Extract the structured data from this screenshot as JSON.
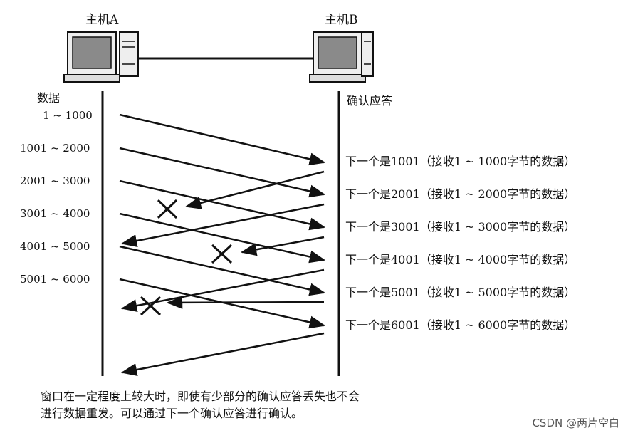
{
  "hosts": {
    "a_label": "主机A",
    "b_label": "主机B"
  },
  "left_header": "数据",
  "right_header": "确认应答",
  "segments": [
    "1 ~ 1000",
    "1001 ~ 2000",
    "2001 ~ 3000",
    "3001 ~ 4000",
    "4001 ~ 5000",
    "5001 ~ 6000"
  ],
  "acks": [
    "下一个是1001（接收1 ~ 1000字节的数据）",
    "下一个是2001（接收1 ~ 2000字节的数据）",
    "下一个是3001（接收1 ~ 3000字节的数据）",
    "下一个是4001（接收1 ~ 4000字节的数据）",
    "下一个是5001（接收1 ~ 5000字节的数据）",
    "下一个是6001（接收1 ~ 6000字节的数据）"
  ],
  "lost_acks": [
    "下一个是1001",
    "下一个是3001",
    "下一个是5001"
  ],
  "caption": {
    "line1": "窗口在一定程度上较大时，即使有少部分的确认应答丢失也不会",
    "line2": "进行数据重发。可以通过下一个确认应答进行确认。"
  },
  "watermark": "CSDN @两片空白"
}
